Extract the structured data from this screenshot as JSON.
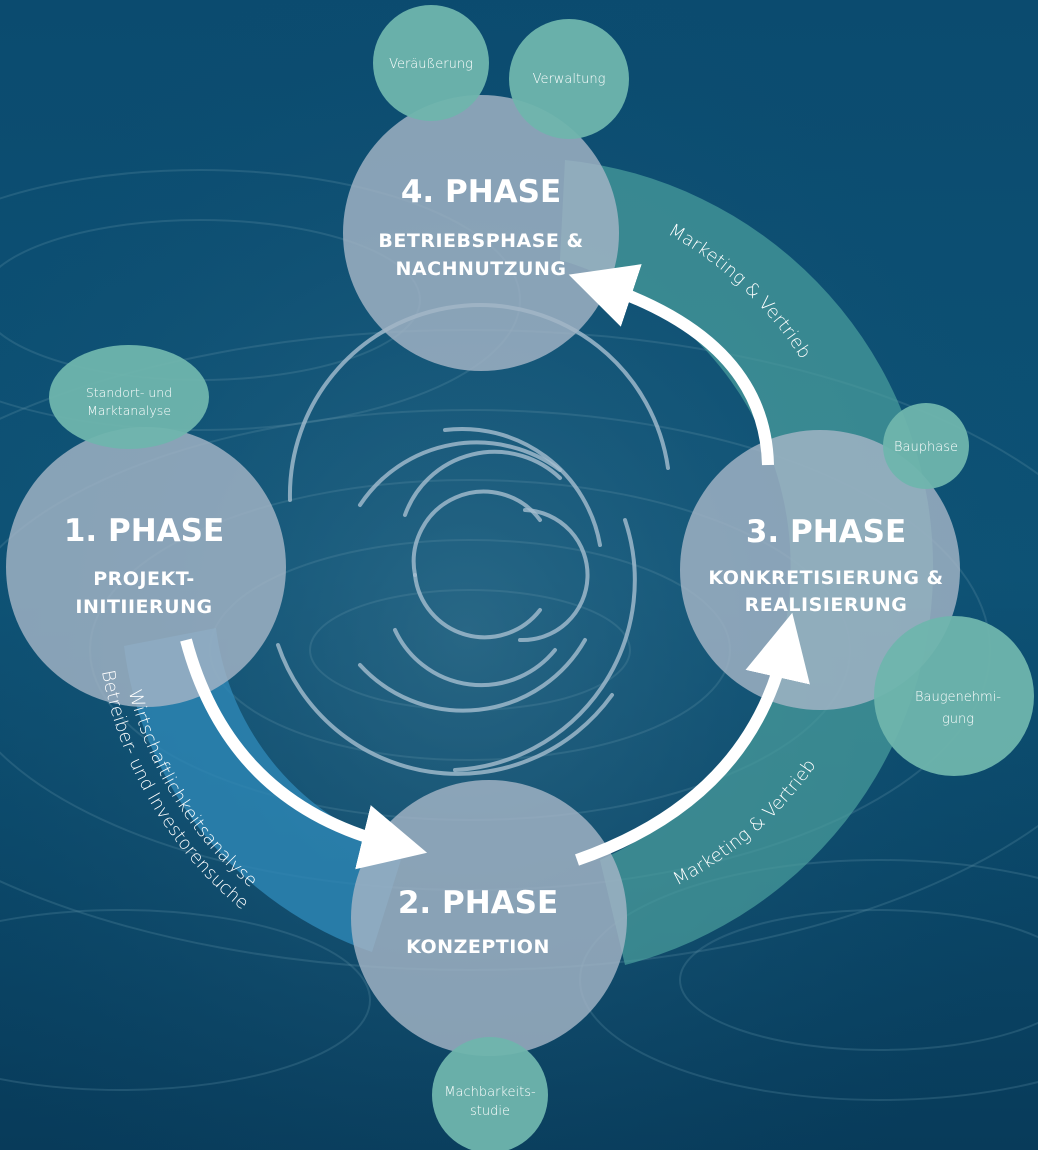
{
  "colors": {
    "background_top": "#0a4a6e",
    "background_bottom": "#083a59",
    "phase_circle": "#a3b4c6",
    "small_circle": "#6fb5ad",
    "teal_band": "#4a9e9c",
    "blue_band": "#2d86b5",
    "arrow": "#ffffff"
  },
  "phases": [
    {
      "id": "phase1",
      "number": "1. PHASE",
      "subtitle_lines": [
        "PROJEKT-",
        "INITIIERUNG"
      ]
    },
    {
      "id": "phase2",
      "number": "2. PHASE",
      "subtitle_lines": [
        "KONZEPTION"
      ]
    },
    {
      "id": "phase3",
      "number": "3. PHASE",
      "subtitle_lines": [
        "KONKRETISIERUNG &",
        "REALISIERUNG"
      ]
    },
    {
      "id": "phase4",
      "number": "4. PHASE",
      "subtitle_lines": [
        "BETRIEBSPHASE &",
        "NACHNUTZUNG"
      ]
    }
  ],
  "satellites": {
    "veraeusserung": [
      "Veräußerung"
    ],
    "verwaltung": [
      "Verwaltung"
    ],
    "standort": [
      "Standort- und",
      "Marktanalyse"
    ],
    "bauphase": [
      "Bauphase"
    ],
    "baugenehmigung": [
      "Baugenehmi-",
      "gung"
    ],
    "machbarkeit": [
      "Machbarkeits-",
      "studie"
    ]
  },
  "arc_labels": {
    "marketing_upper": "Marketing & Vertrieb",
    "marketing_lower": "Marketing & Vertrieb",
    "wirtschaftlichkeit": "Wirtschaftlichkeitsanalyse",
    "investoren": "Betreiber- und Investorensuche"
  }
}
